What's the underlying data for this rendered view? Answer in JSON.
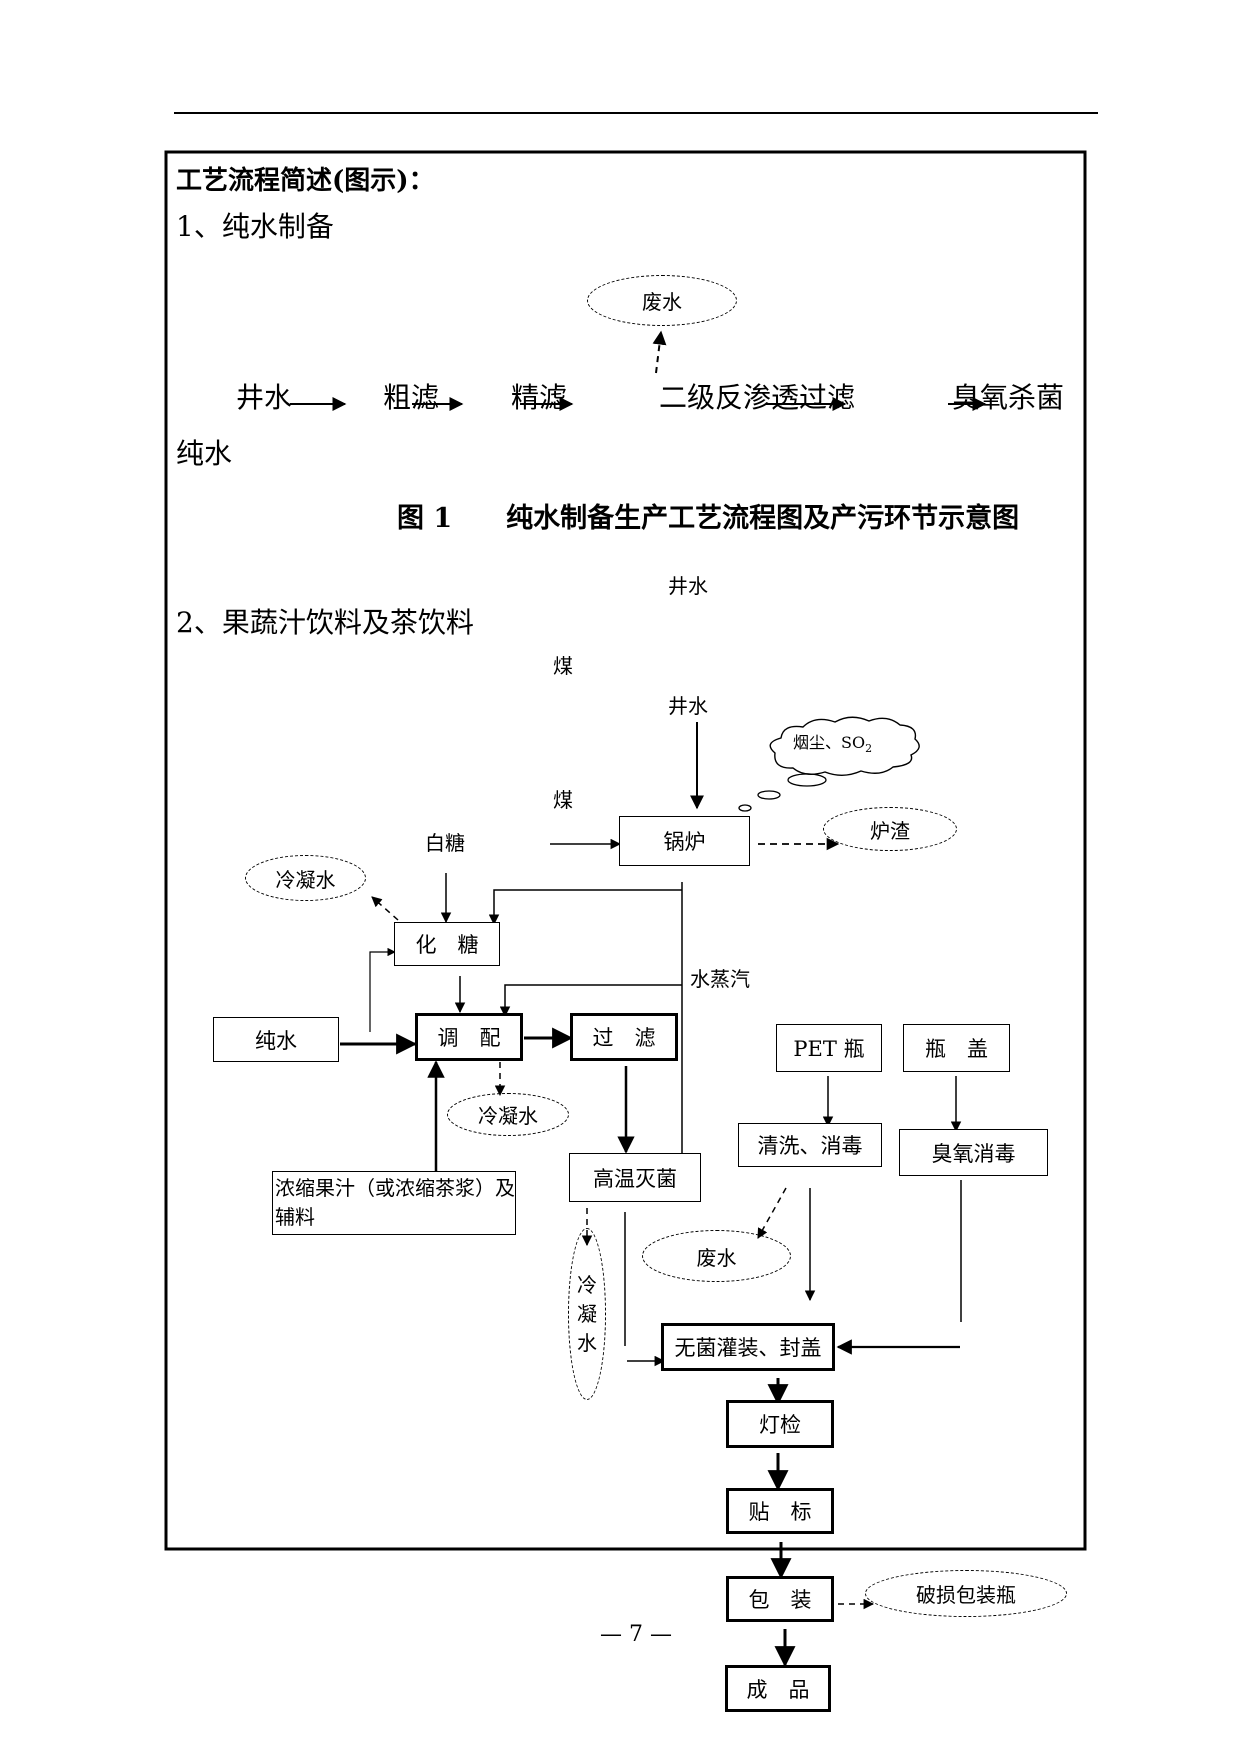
{
  "section_title": "工艺流程简述(图示)：",
  "part1": {
    "heading": "1、纯水制备",
    "steps": [
      "井水",
      "粗滤",
      "精滤",
      "二级反渗透过滤",
      "臭氧杀菌",
      "纯水"
    ],
    "waste": "废水",
    "caption": "图 1　　纯水制备生产工艺流程图及产污环节示意图"
  },
  "part2": {
    "heading": "2、果蔬汁饮料及茶饮料",
    "floating_labels": {
      "well_water_top": "井水",
      "coal_top": "煤"
    },
    "inputs": {
      "well_water": "井水",
      "coal": "煤",
      "white_sugar": "白糖",
      "steam": "水蒸汽",
      "flue_gas": "烟尘、SO",
      "flue_gas_sub": "2"
    },
    "boxes": {
      "boiler": "锅炉",
      "sugar_dissolve": "化　糖",
      "pure_water": "纯水",
      "blend": "调　配",
      "filter": "过　滤",
      "concentrate": "浓缩果汁（或浓缩茶浆）及辅料",
      "sterilize": "高温灭菌",
      "pet_bottle": "PET 瓶",
      "cap": "瓶　盖",
      "wash_disinfect": "清洗、消毒",
      "ozone_disinfect": "臭氧消毒",
      "aseptic_fill": "无菌灌装、封盖",
      "light_inspect": "灯检",
      "labeling": "贴　标",
      "packing": "包　装",
      "finished": "成　品"
    },
    "outputs": {
      "slag": "炉渣",
      "condensate_1": "冷凝水",
      "condensate_2": "冷凝水",
      "condensate_vertical": [
        "冷",
        "凝",
        "水"
      ],
      "wastewater": "废水",
      "broken_bottles": "破损包装瓶"
    }
  },
  "page_number": "— 7 —"
}
